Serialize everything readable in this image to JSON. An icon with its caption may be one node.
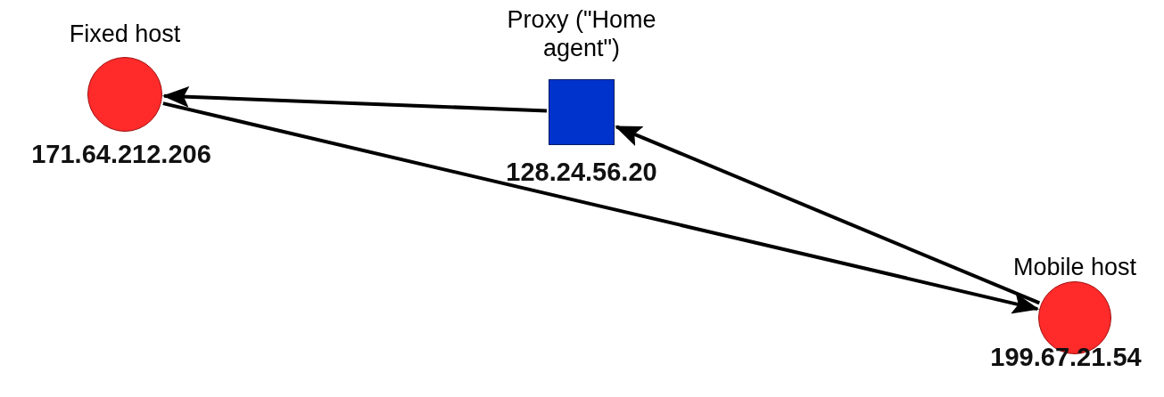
{
  "diagram": {
    "nodes": [
      {
        "text": [],
        "shape": "circle",
        "beside": [
          "Fixed host",
          "171.64.212.206"
        ]
      },
      {
        "text": [],
        "shape": "box",
        "beside": [
          "Proxy (\"Home agent\")",
          "128.24.56.20"
        ]
      },
      {
        "text": [],
        "shape": "circle",
        "beside": [
          "Mobile host",
          "199.67.21.54"
        ]
      }
    ],
    "edges": [
      {
        "from": 1,
        "to": 0,
        "arrow": "to"
      },
      {
        "from": 2,
        "to": 1,
        "arrow": "to"
      },
      {
        "from": 0,
        "to": 2,
        "arrow": "to"
      }
    ]
  }
}
